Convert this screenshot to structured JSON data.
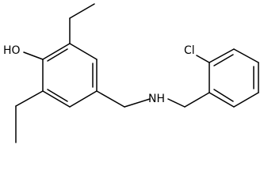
{
  "atoms": {
    "hydroxyl": "HO",
    "amine": "NH",
    "chlorine": "Cl"
  }
}
